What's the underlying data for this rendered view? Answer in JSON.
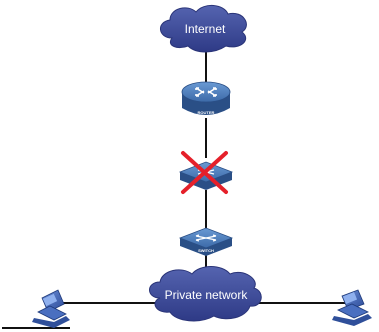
{
  "clouds": {
    "internet": {
      "label": "Internet"
    },
    "private_network": {
      "label": "Private network"
    }
  },
  "devices": {
    "router": {
      "label": "ROUTER"
    },
    "failed_switch": {
      "label": "",
      "status": "failed"
    },
    "switch": {
      "label": "SWITCH"
    }
  },
  "colors": {
    "cloud": "#3d4a9a",
    "device_top": "#4a78b8",
    "device_side": "#2a4f86",
    "link": "#111111",
    "fail_mark": "#e5202a",
    "pc": "#3a5fb0"
  }
}
